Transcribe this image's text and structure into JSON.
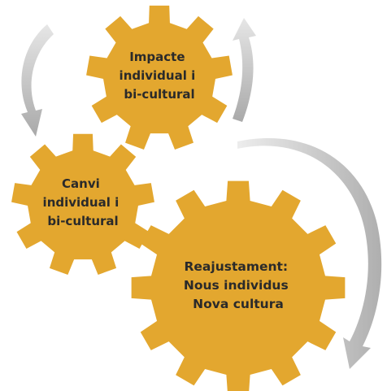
{
  "colors": {
    "gear_fill": "#E3A72F",
    "arrow_fill": "#B8B8B8",
    "text": "#2A2A2A",
    "background": "#FFFFFF"
  },
  "gears": [
    {
      "id": "top",
      "lines": [
        "Impacte",
        "individual i",
        "bi-cultural"
      ]
    },
    {
      "id": "left",
      "lines": [
        "Canvi",
        "individual i",
        "bi-cultural"
      ]
    },
    {
      "id": "big",
      "lines": [
        "Reajustament:",
        "Nous individus",
        "Nova cultura"
      ]
    }
  ],
  "arrows": [
    {
      "id": "left-arrow"
    },
    {
      "id": "top-right-arrow"
    },
    {
      "id": "big-right-arrow"
    }
  ]
}
